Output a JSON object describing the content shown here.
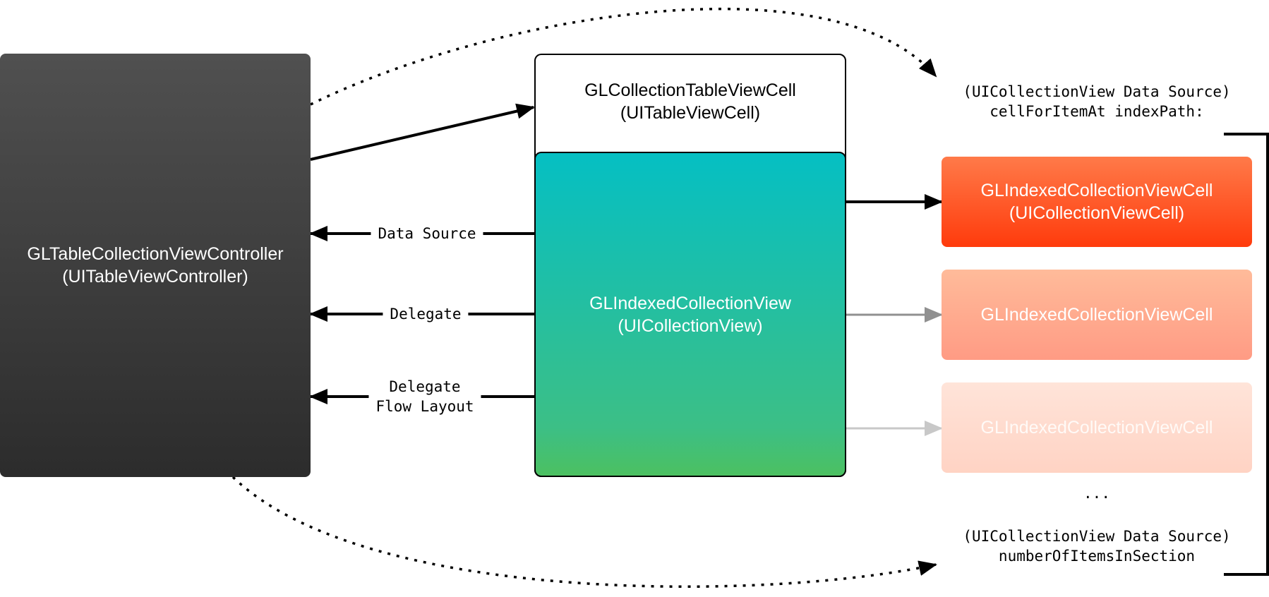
{
  "controller": {
    "name": "GLTableCollectionViewController",
    "type": "(UITableViewController)"
  },
  "table_cell": {
    "name": "GLCollectionTableViewCell",
    "type": "(UITableViewCell)"
  },
  "collection_view": {
    "name": "GLIndexedCollectionView",
    "type": "(UICollectionView)"
  },
  "cells": [
    {
      "name": "GLIndexedCollectionViewCell",
      "type": "(UICollectionViewCell)"
    },
    {
      "name": "GLIndexedCollectionViewCell"
    },
    {
      "name": "GLIndexedCollectionViewCell"
    }
  ],
  "connections": {
    "data_source": "Data Source",
    "delegate": "Delegate",
    "delegate_flow_layout": "Delegate\nFlow Layout"
  },
  "methods": {
    "cell_for_item": "(UICollectionView Data Source)\ncellForItemAt indexPath:",
    "number_of_items": "(UICollectionView Data Source)\nnumberOfItemsInSection"
  },
  "ellipsis": "...",
  "colors": {
    "controller": "#3e3e3e",
    "collection_top": "#05bfc3",
    "collection_bottom": "#4cc061",
    "cell_primary": "#ff5a2a",
    "cell_faded": "#ffab90",
    "cell_faint": "#ffdccf"
  }
}
